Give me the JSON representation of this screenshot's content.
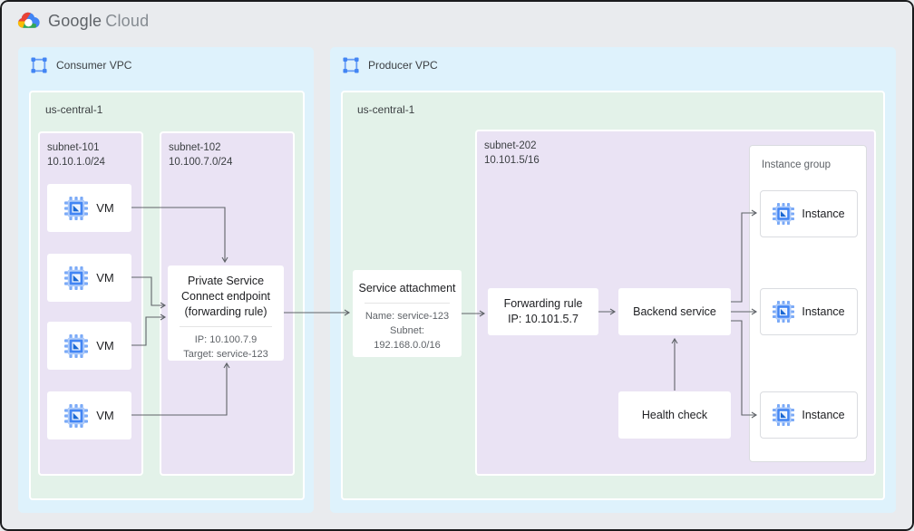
{
  "brand": {
    "google": "Google",
    "cloud": "Cloud"
  },
  "colors": {
    "vpc_fill": "#def2fc",
    "region_fill": "#e3f2e9",
    "subnet_fill": "#eae3f4",
    "node_fill": "#ffffff",
    "outline_gray": "#dadce0",
    "arrow_gray": "#5f6368",
    "accent_blue": "#4285f4"
  },
  "consumer_vpc": {
    "label": "Consumer VPC",
    "region": {
      "label": "us-central-1",
      "subnet_101": {
        "name": "subnet-101",
        "cidr": "10.10.1.0/24",
        "vms": [
          {
            "label": "VM"
          },
          {
            "label": "VM"
          },
          {
            "label": "VM"
          },
          {
            "label": "VM"
          }
        ]
      },
      "subnet_102": {
        "name": "subnet-102",
        "cidr": "10.100.7.0/24",
        "psc_endpoint": {
          "title": "Private Service Connect endpoint (forwarding rule)",
          "ip": "IP: 10.100.7.9",
          "target": "Target: service-123"
        }
      }
    }
  },
  "producer_vpc": {
    "label": "Producer VPC",
    "region": {
      "label": "us-central-1",
      "service_attachment": {
        "title": "Service attachment",
        "name": "Name: service-123",
        "subnet_line1": "Subnet:",
        "subnet_line2": "192.168.0.0/16"
      },
      "subnet_202": {
        "name": "subnet-202",
        "cidr": "10.101.5/16",
        "forwarding_rule": {
          "title": "Forwarding rule",
          "ip": "IP: 10.101.5.7"
        },
        "backend_service": {
          "label": "Backend service"
        },
        "health_check": {
          "label": "Health check"
        },
        "instance_group": {
          "label": "Instance group",
          "instances": [
            {
              "label": "Instance"
            },
            {
              "label": "Instance"
            },
            {
              "label": "Instance"
            }
          ]
        }
      }
    }
  }
}
